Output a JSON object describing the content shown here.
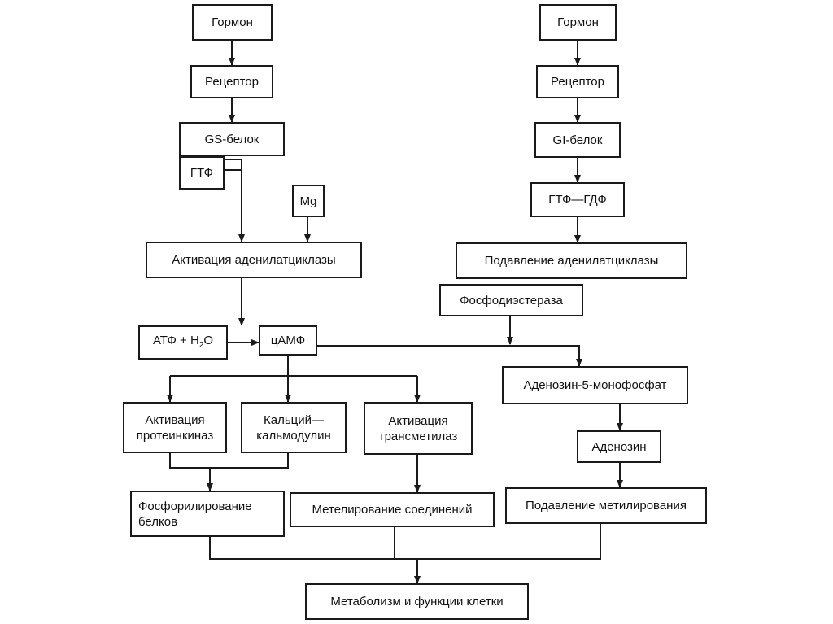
{
  "nodes": {
    "hormone_left": "Гормон",
    "receptor_left": "Рецептор",
    "gs_protein": "GS-белок",
    "gtf_left": "ГТФ",
    "mg": "Mg",
    "activation_ac": "Активация аденилатциклазы",
    "atf_h2o_prefix": "АТФ + H",
    "atf_h2o_sub": "2",
    "atf_h2o_suffix": "O",
    "camp": "цАМФ",
    "act_proteinkinases": "Активация\nпротеинкиназ",
    "calcium_calmodulin": "Кальций—\nкальмодулин",
    "act_transmethylases": "Активация\nтрансметилаз",
    "phosphorylation": "Фосфорилирование\nбелков",
    "methylation_compounds": "Метелирование соединений",
    "hormone_right": "Гормон",
    "receptor_right": "Рецептор",
    "gi_protein": "GI-белок",
    "gtf_gdf": "ГТФ—ГДФ",
    "suppression_ac": "Подавление аденилатциклазы",
    "phosphodiesterase": "Фосфодиэстераза",
    "adenosine_5_mp": "Аденозин-5-монофосфат",
    "adenosine": "Аденозин",
    "suppression_methylation": "Подавление метилирования",
    "metabolism": "Метаболизм и функции клетки"
  }
}
